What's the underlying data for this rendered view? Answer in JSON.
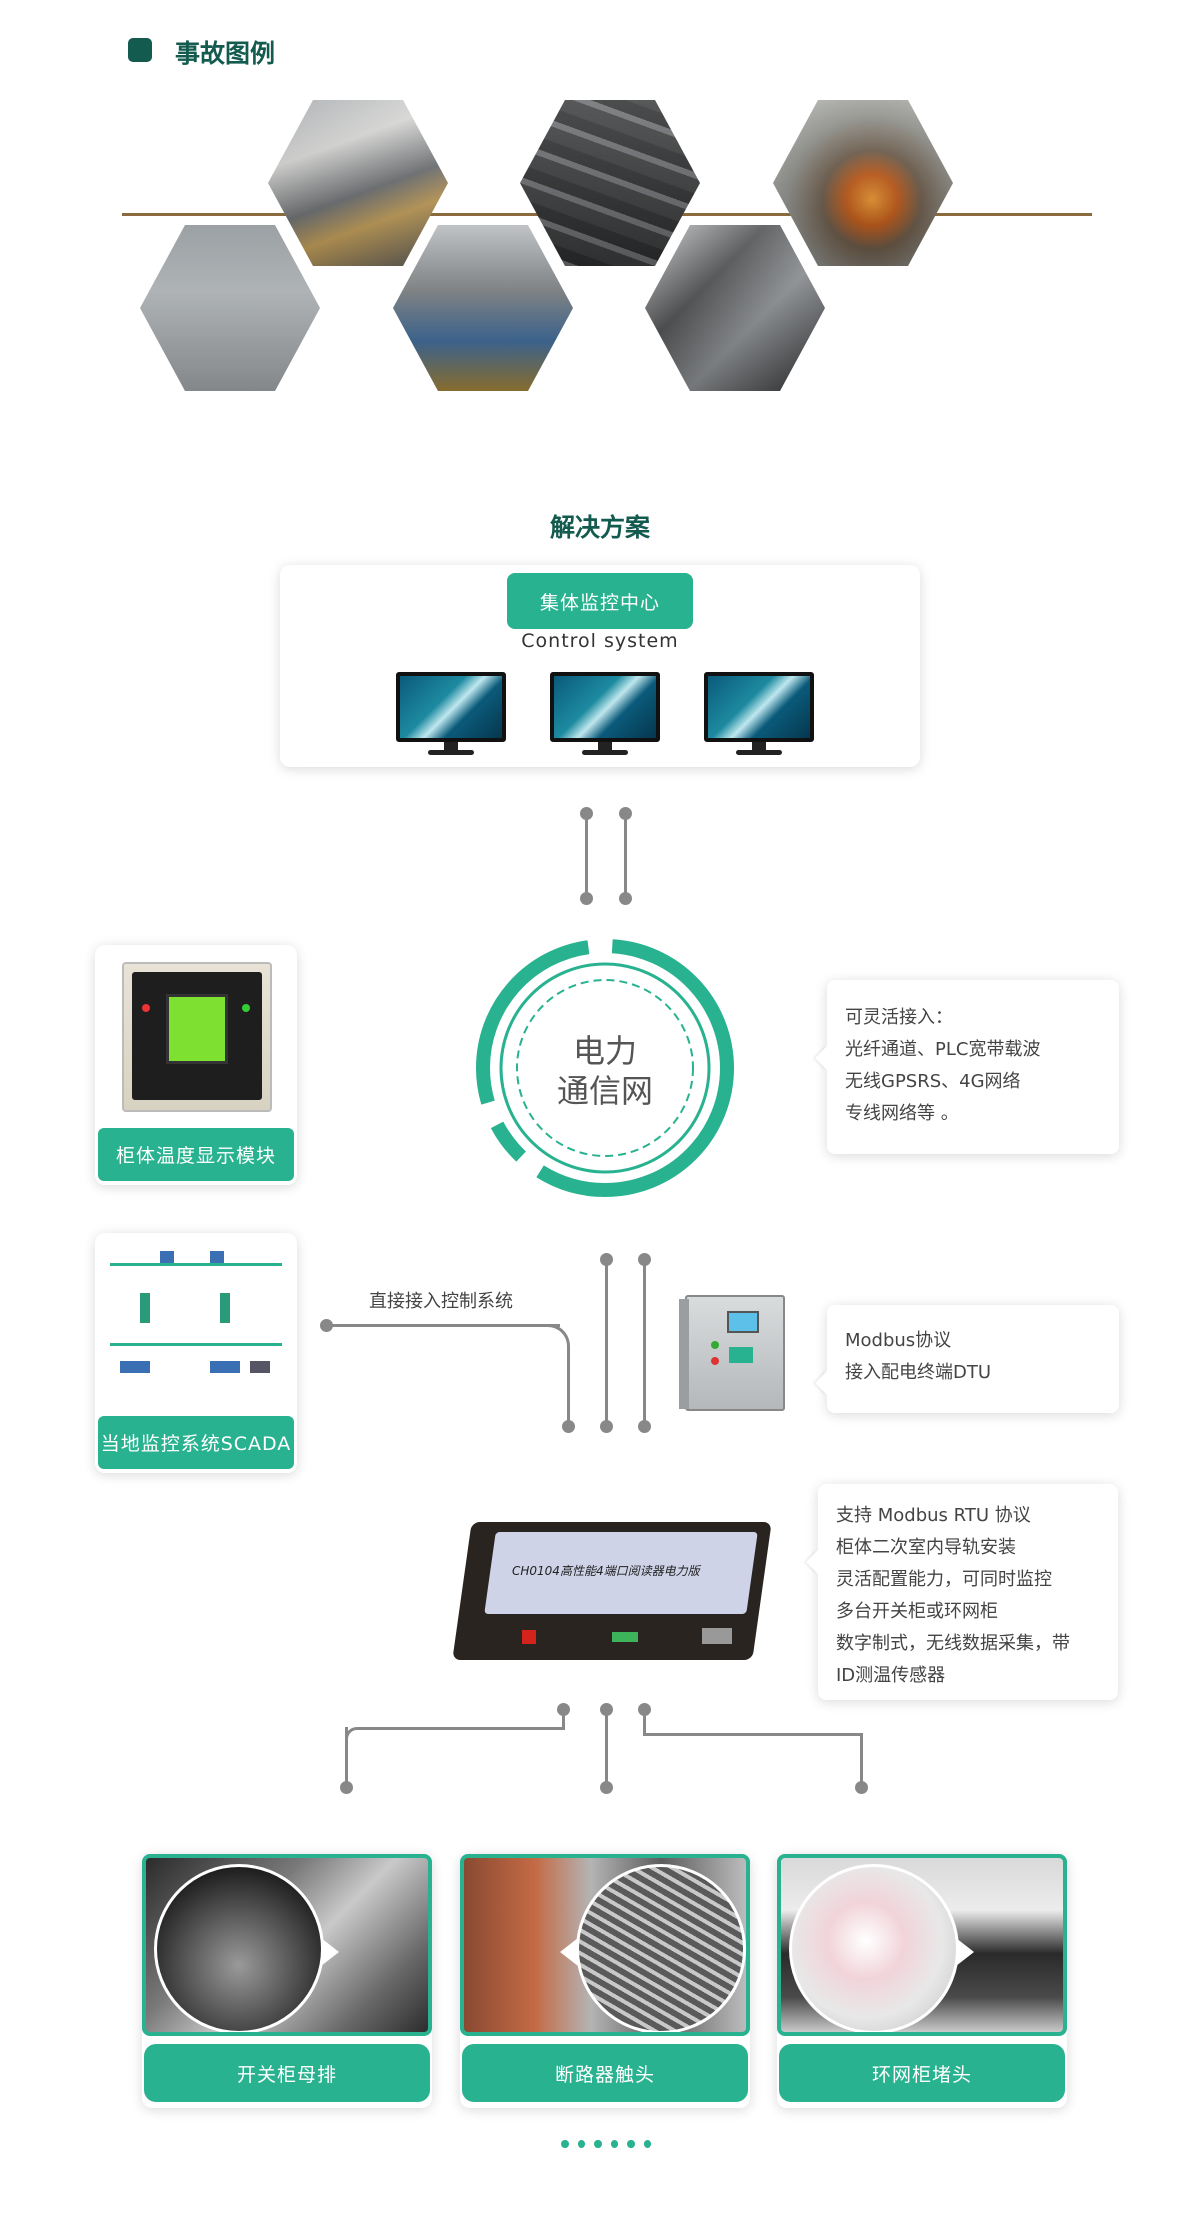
{
  "accident_section": {
    "title": "事故图例"
  },
  "solution_section": {
    "title": "解决方案"
  },
  "control_center": {
    "button_label": "集体监控中心",
    "subtitle": "Control system"
  },
  "network": {
    "line1": "电力",
    "line2": "通信网"
  },
  "temp_module": {
    "label": "柜体温度显示模块"
  },
  "scada": {
    "label": "当地监控系统SCADA",
    "connector_text": "直接接入控制系统"
  },
  "network_info": {
    "lines": [
      "可灵活接入：",
      "光纤通道、PLC宽带载波",
      "无线GPSRS、4G网络",
      "专线网络等 。"
    ]
  },
  "dtu_info": {
    "lines": [
      "Modbus协议",
      "接入配电终端DTU"
    ]
  },
  "reader_device": {
    "title": "CH0104高性能4端口阅读器电力版"
  },
  "reader_info": {
    "lines": [
      "支持 Modbus RTU  协议",
      "柜体二次室内导轨安装",
      "灵活配置能力，可同时监控",
      "多台开关柜或环网柜",
      "数字制式，无线数据采集，带",
      "ID测温传感器"
    ]
  },
  "products": [
    {
      "label": "开关柜母排"
    },
    {
      "label": "断路器触头"
    },
    {
      "label": "环网柜堵头"
    }
  ],
  "colors": {
    "brand_green": "#28b28f",
    "title_dark": "#135a4f",
    "accent_brown": "#8b6a3e"
  }
}
